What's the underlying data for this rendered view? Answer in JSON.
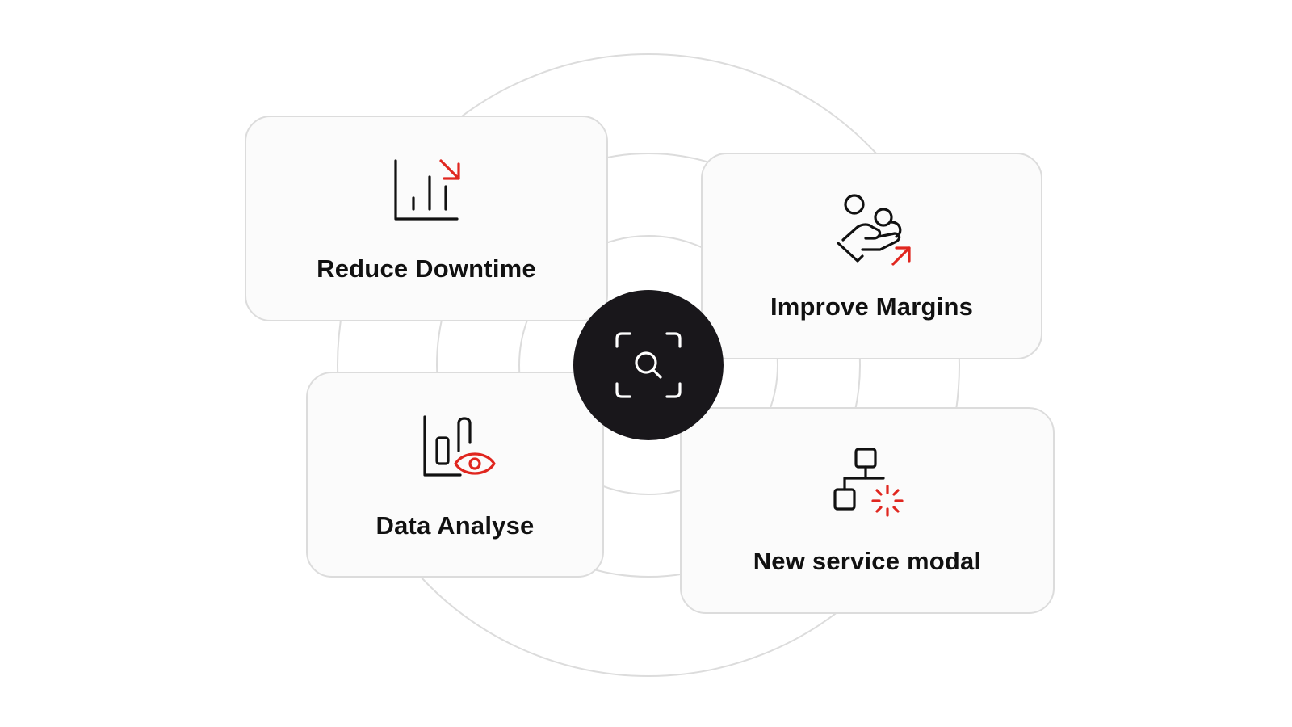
{
  "colors": {
    "accent": "#e0261f",
    "ink": "#111111",
    "hub": "#19171b",
    "ring": "#dcdcdc",
    "card_background": "#fbfbfb"
  },
  "center": {
    "icon": "scan-search-icon"
  },
  "cards": [
    {
      "label": "Reduce Downtime",
      "icon": "bar-chart-down-arrow-icon"
    },
    {
      "label": "Improve Margins",
      "icon": "hand-coins-up-arrow-icon"
    },
    {
      "label": "Data Analyse",
      "icon": "chart-eye-icon"
    },
    {
      "label": "New service modal",
      "icon": "hierarchy-loading-icon"
    }
  ]
}
